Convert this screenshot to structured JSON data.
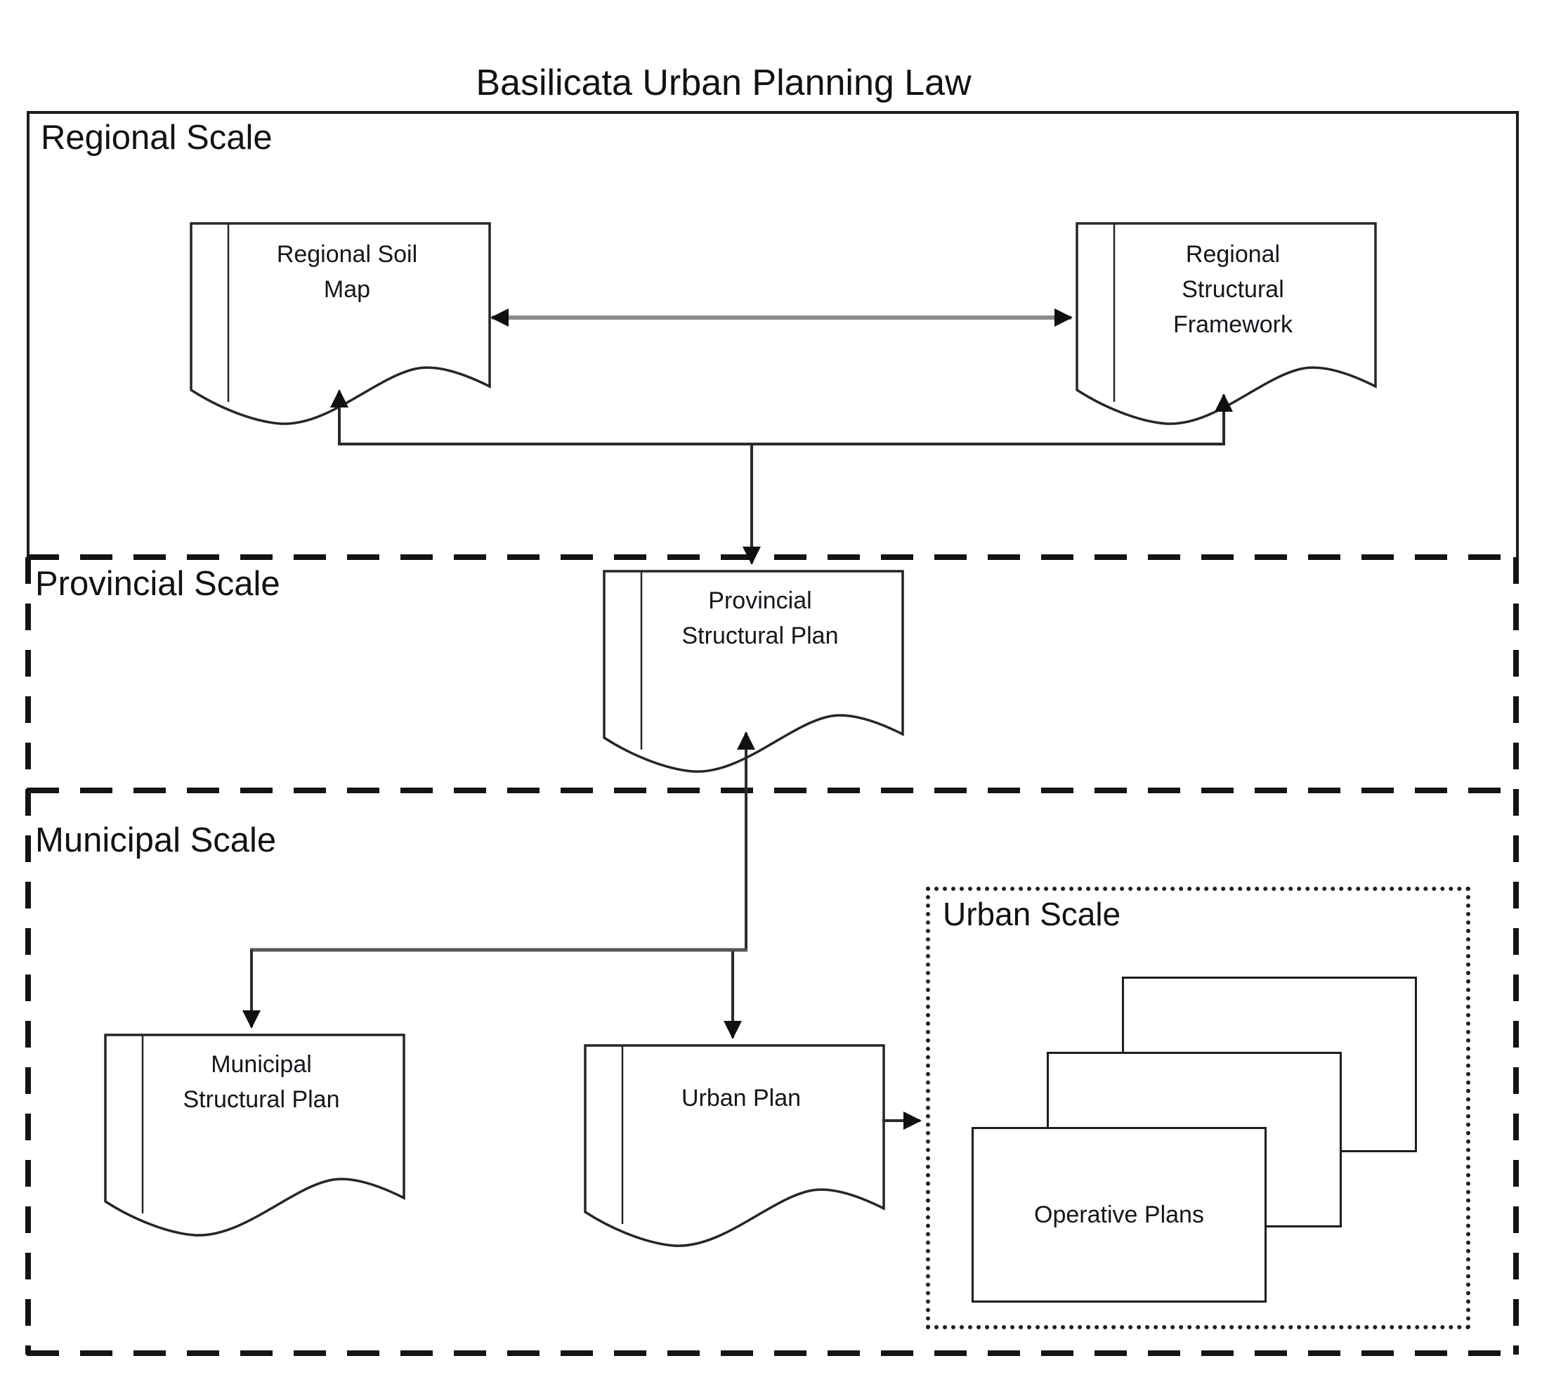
{
  "title": "Basilicata Urban Planning Law",
  "sections": {
    "regional": {
      "label": "Regional Scale"
    },
    "provincial": {
      "label": "Provincial Scale"
    },
    "municipal": {
      "label": "Municipal Scale"
    },
    "urban": {
      "label": "Urban Scale"
    }
  },
  "documents": {
    "regional_soil_map": {
      "label": "Regional Soil\nMap"
    },
    "regional_structural_framework": {
      "label": "Regional\nStructural\nFramework"
    },
    "provincial_structural_plan": {
      "label": "Provincial\nStructural Plan"
    },
    "municipal_structural_plan": {
      "label": "Municipal\nStructural Plan"
    },
    "urban_plan": {
      "label": "Urban Plan"
    },
    "operative_plans": {
      "label": "Operative Plans"
    }
  },
  "relations": {
    "soil_framework": "bidirectional",
    "provincial_to_regional_docs": "up",
    "regional_junction_to_provincial_plan": "down",
    "municipal_junction_to_provincial_plan": "up",
    "junction_to_municipal_plan": "down",
    "junction_to_urban_plan": "down",
    "urban_plan_to_urban_scale": "right"
  },
  "colors": {
    "background": "#ffffff",
    "line": "#1d1d1d",
    "double_arrow_shaft": "#8c8c8c",
    "connector_gray": "#565656",
    "text": "#121212"
  }
}
